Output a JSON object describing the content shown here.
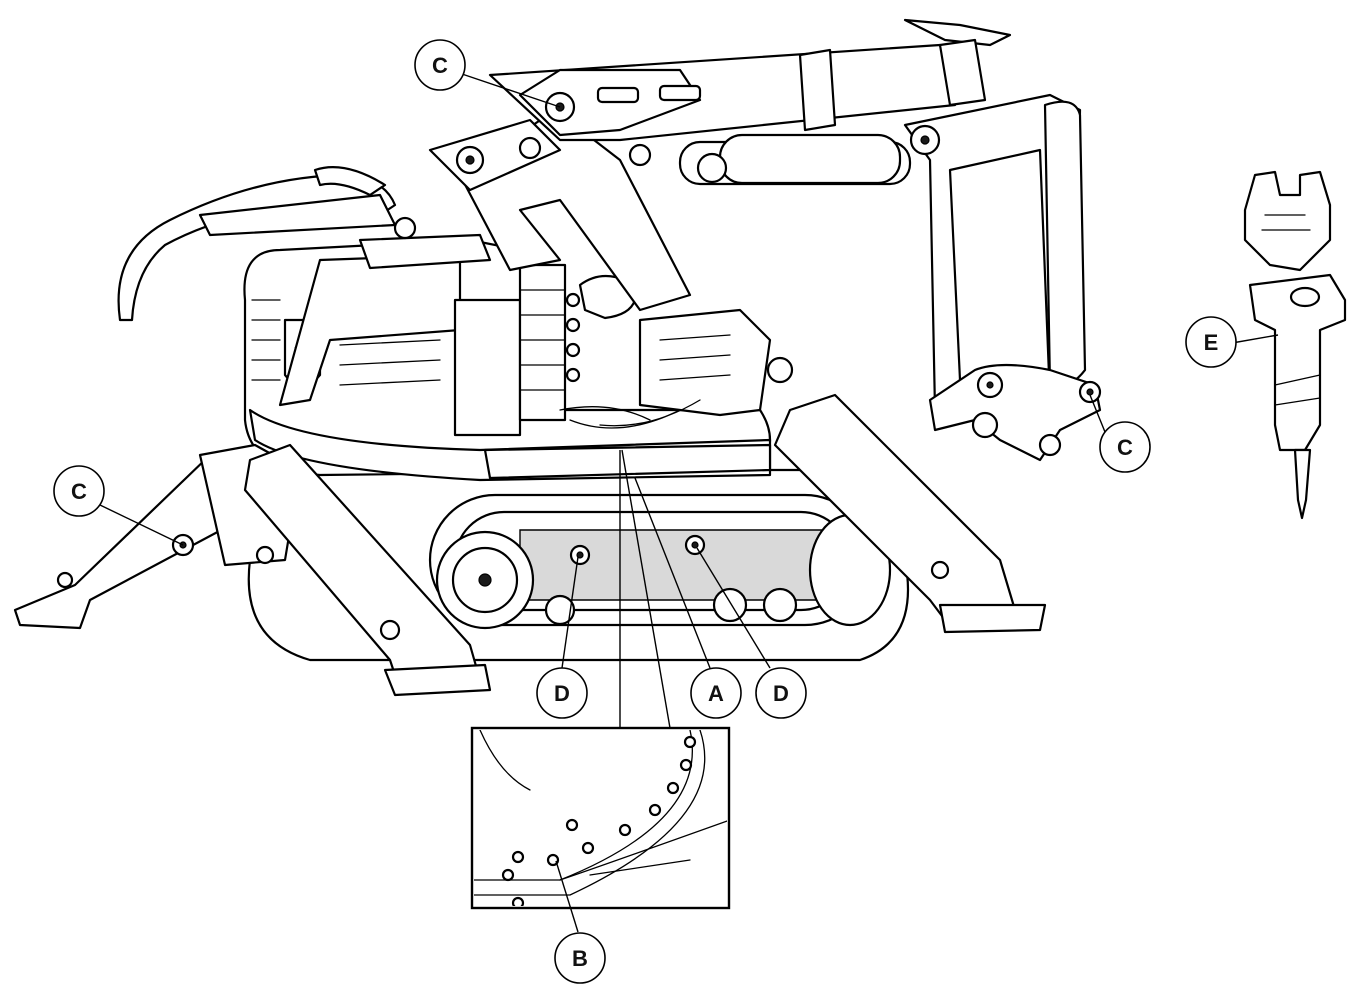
{
  "callouts": [
    {
      "id": "c_top",
      "letter": "C"
    },
    {
      "id": "c_left",
      "letter": "C"
    },
    {
      "id": "c_right",
      "letter": "C"
    },
    {
      "id": "d_left",
      "letter": "D"
    },
    {
      "id": "a",
      "letter": "A"
    },
    {
      "id": "d_right",
      "letter": "D"
    },
    {
      "id": "b",
      "letter": "B"
    },
    {
      "id": "e",
      "letter": "E"
    }
  ]
}
